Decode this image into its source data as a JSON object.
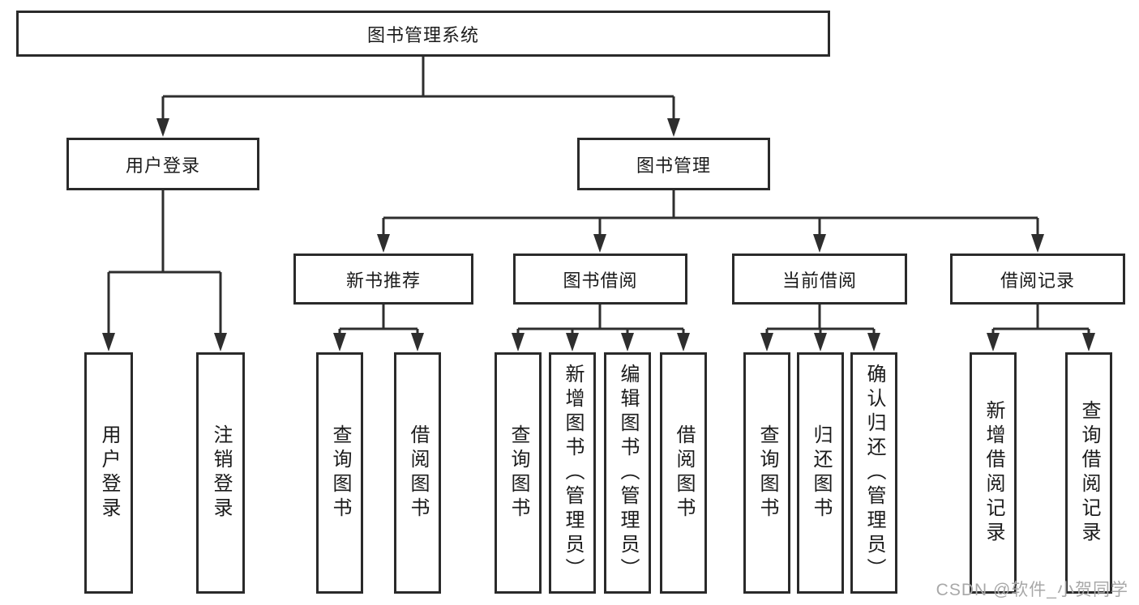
{
  "nodes": {
    "root": "图书管理系统",
    "l2_user_login": "用户登录",
    "l2_book_mgmt": "图书管理",
    "l3_new_books": "新书推荐",
    "l3_book_borrow": "图书借阅",
    "l3_current_borrow": "当前借阅",
    "l3_borrow_records": "借阅记录",
    "leaf_user_login": "用户登录",
    "leaf_logout": "注销登录",
    "leaf_nb_query_books": "查询图书",
    "leaf_nb_borrow_books": "借阅图书",
    "leaf_bb_query_books": "查询图书",
    "leaf_bb_add_books": "新增图书（管理员）",
    "leaf_bb_edit_books": "编辑图书（管理员）",
    "leaf_bb_borrow_books": "借阅图书",
    "leaf_cb_query_books": "查询图书",
    "leaf_cb_return_books": "归还图书",
    "leaf_cb_confirm_return": "确认归还（管理员）",
    "leaf_br_add_record": "新增借阅记录",
    "leaf_br_query_record": "查询借阅记录"
  },
  "watermark": "CSDN @软件_小贺同学",
  "colors": {
    "line": "#2e2e2e",
    "box_border": "#2a2a2a",
    "box_background": "#ffffff",
    "text": "#1b1b1b",
    "watermark_text": "#a8a8a8"
  }
}
